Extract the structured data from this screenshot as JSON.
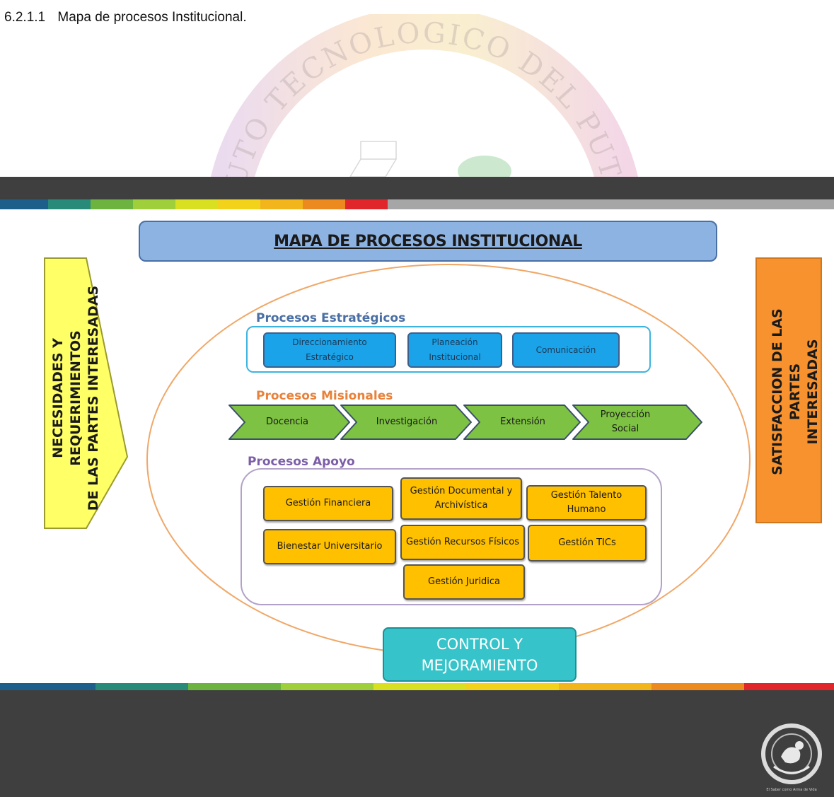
{
  "document": {
    "section_number": "6.2.1.1",
    "section_title": "Mapa de procesos Institucional."
  },
  "watermark": {
    "text": "INSTITUTO TECNOLOGICO DEL PUTUMAYO"
  },
  "slide": {
    "title": "MAPA DE PROCESOS INSTITUCIONAL",
    "left_arrow_label": "NECESIDADES Y REQUERIMIENTOS\nDE LAS PARTES INTERESADAS",
    "right_box_label": "SATISFACCION DE LAS PARTES\nINTERESADAS",
    "strategic": {
      "title": "Procesos  Estratégicos",
      "items": [
        "Direccionamiento Estratégico",
        "Planeación Institucional",
        "Comunicación"
      ]
    },
    "missional": {
      "title": "Procesos  Misionales",
      "items": [
        "Docencia",
        "Investigación",
        "Extensión",
        "Proyección Social"
      ]
    },
    "support": {
      "title": "Procesos  Apoyo",
      "items": [
        "Gestión Financiera",
        "Gestión Documental y Archivística",
        "Gestión Talento Humano",
        "Bienestar Universitario",
        "Gestión Recursos Físicos",
        "Gestión TICs",
        "Gestión Juridica"
      ]
    },
    "control": "CONTROL Y\nMEJORAMIENTO"
  },
  "colors": {
    "band": "#3f3f3f",
    "title_fill": "#8db3e2",
    "left_arrow": "#ffff66",
    "right_box": "#f7922e",
    "strategic": "#1aa3e8",
    "missional": "#7dc242",
    "support": "#ffc000",
    "control": "#36c3c9",
    "ellipse": "#f0a868"
  },
  "strip_colors_top": [
    "#1d5f8a",
    "#2a8a7a",
    "#6cb33f",
    "#9fcf3a",
    "#d8e021",
    "#f2d21b",
    "#f2b51c",
    "#ec8a1f",
    "#e0262a",
    "#a6a6a6"
  ],
  "strip_colors_bottom": [
    "#1d5f8a",
    "#2a8a7a",
    "#6cb33f",
    "#9fcf3a",
    "#d8e021",
    "#f2d21b",
    "#f2b51c",
    "#ec8a1f",
    "#e0262a"
  ],
  "logo": {
    "icon": "institution-seal-icon",
    "caption": "El Saber como Arma de Vida"
  }
}
